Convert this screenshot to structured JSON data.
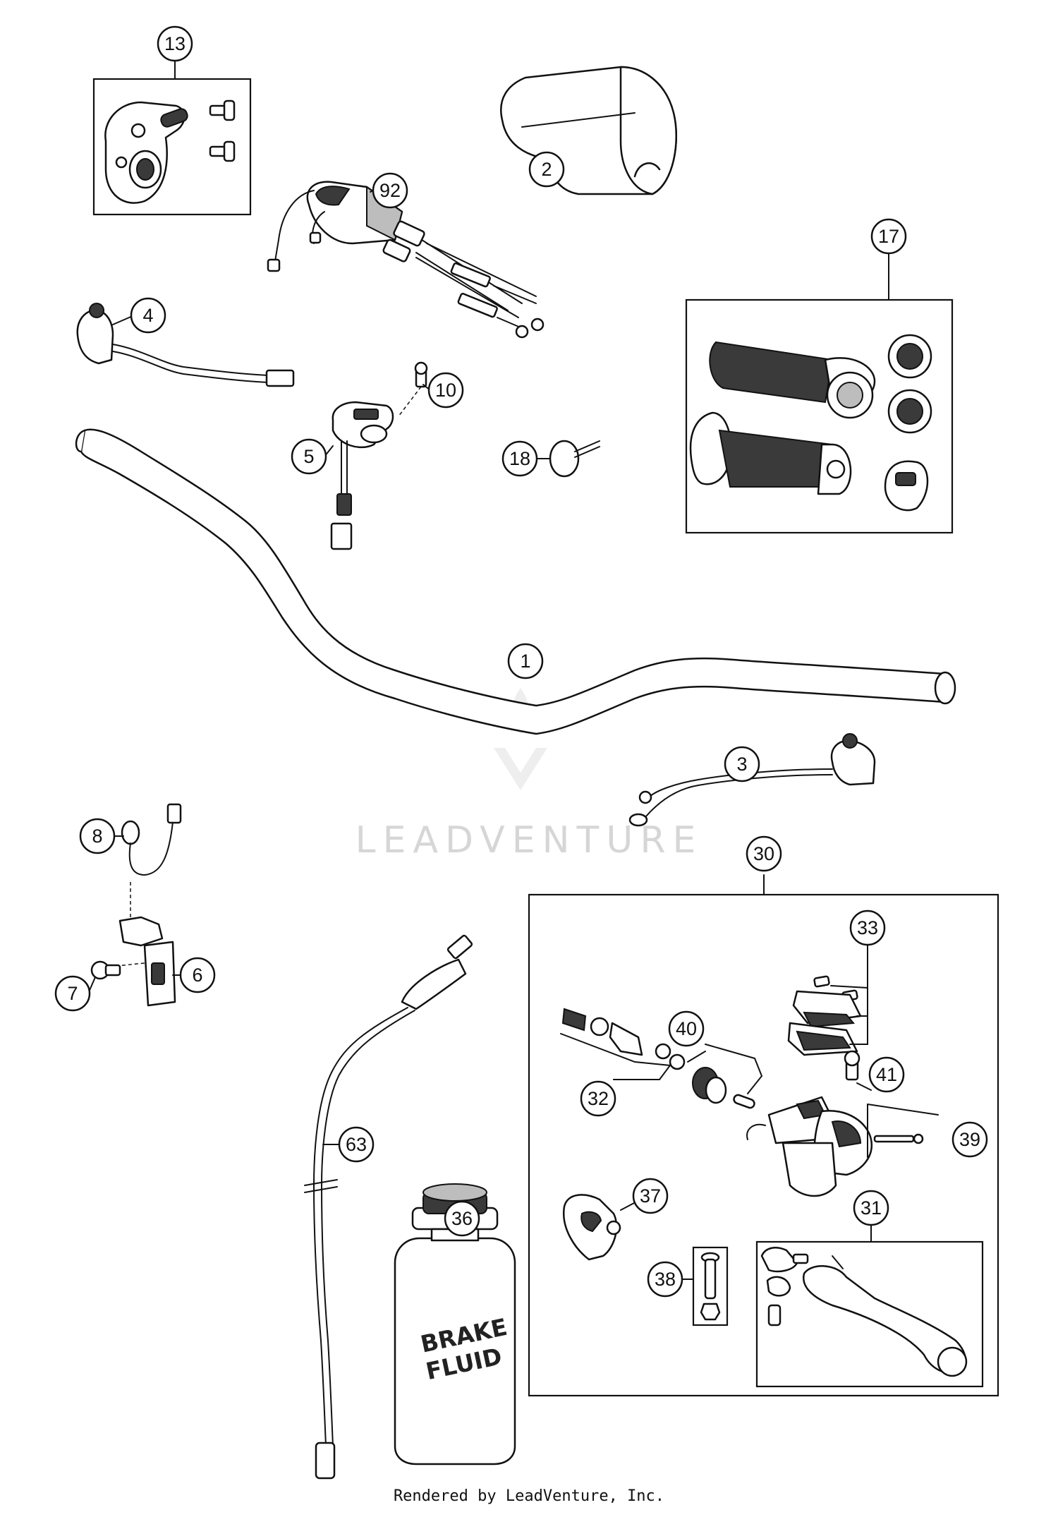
{
  "diagram": {
    "watermark": "LEADVENTURE",
    "footer": "Rendered by LeadVenture, Inc.",
    "bottle_label_line1": "BRAKE",
    "bottle_label_line2": "FLUID",
    "callouts": [
      {
        "id": "c13",
        "label": "13"
      },
      {
        "id": "c92",
        "label": "92"
      },
      {
        "id": "c2",
        "label": "2"
      },
      {
        "id": "c17",
        "label": "17"
      },
      {
        "id": "c4",
        "label": "4"
      },
      {
        "id": "c10",
        "label": "10"
      },
      {
        "id": "c5",
        "label": "5"
      },
      {
        "id": "c18",
        "label": "18"
      },
      {
        "id": "c1",
        "label": "1"
      },
      {
        "id": "c3",
        "label": "3"
      },
      {
        "id": "c8",
        "label": "8"
      },
      {
        "id": "c30",
        "label": "30"
      },
      {
        "id": "c33",
        "label": "33"
      },
      {
        "id": "c6",
        "label": "6"
      },
      {
        "id": "c7",
        "label": "7"
      },
      {
        "id": "c40",
        "label": "40"
      },
      {
        "id": "c32",
        "label": "32"
      },
      {
        "id": "c41",
        "label": "41"
      },
      {
        "id": "c39",
        "label": "39"
      },
      {
        "id": "c63",
        "label": "63"
      },
      {
        "id": "c36",
        "label": "36"
      },
      {
        "id": "c37",
        "label": "37"
      },
      {
        "id": "c31",
        "label": "31"
      },
      {
        "id": "c38",
        "label": "38"
      }
    ]
  }
}
